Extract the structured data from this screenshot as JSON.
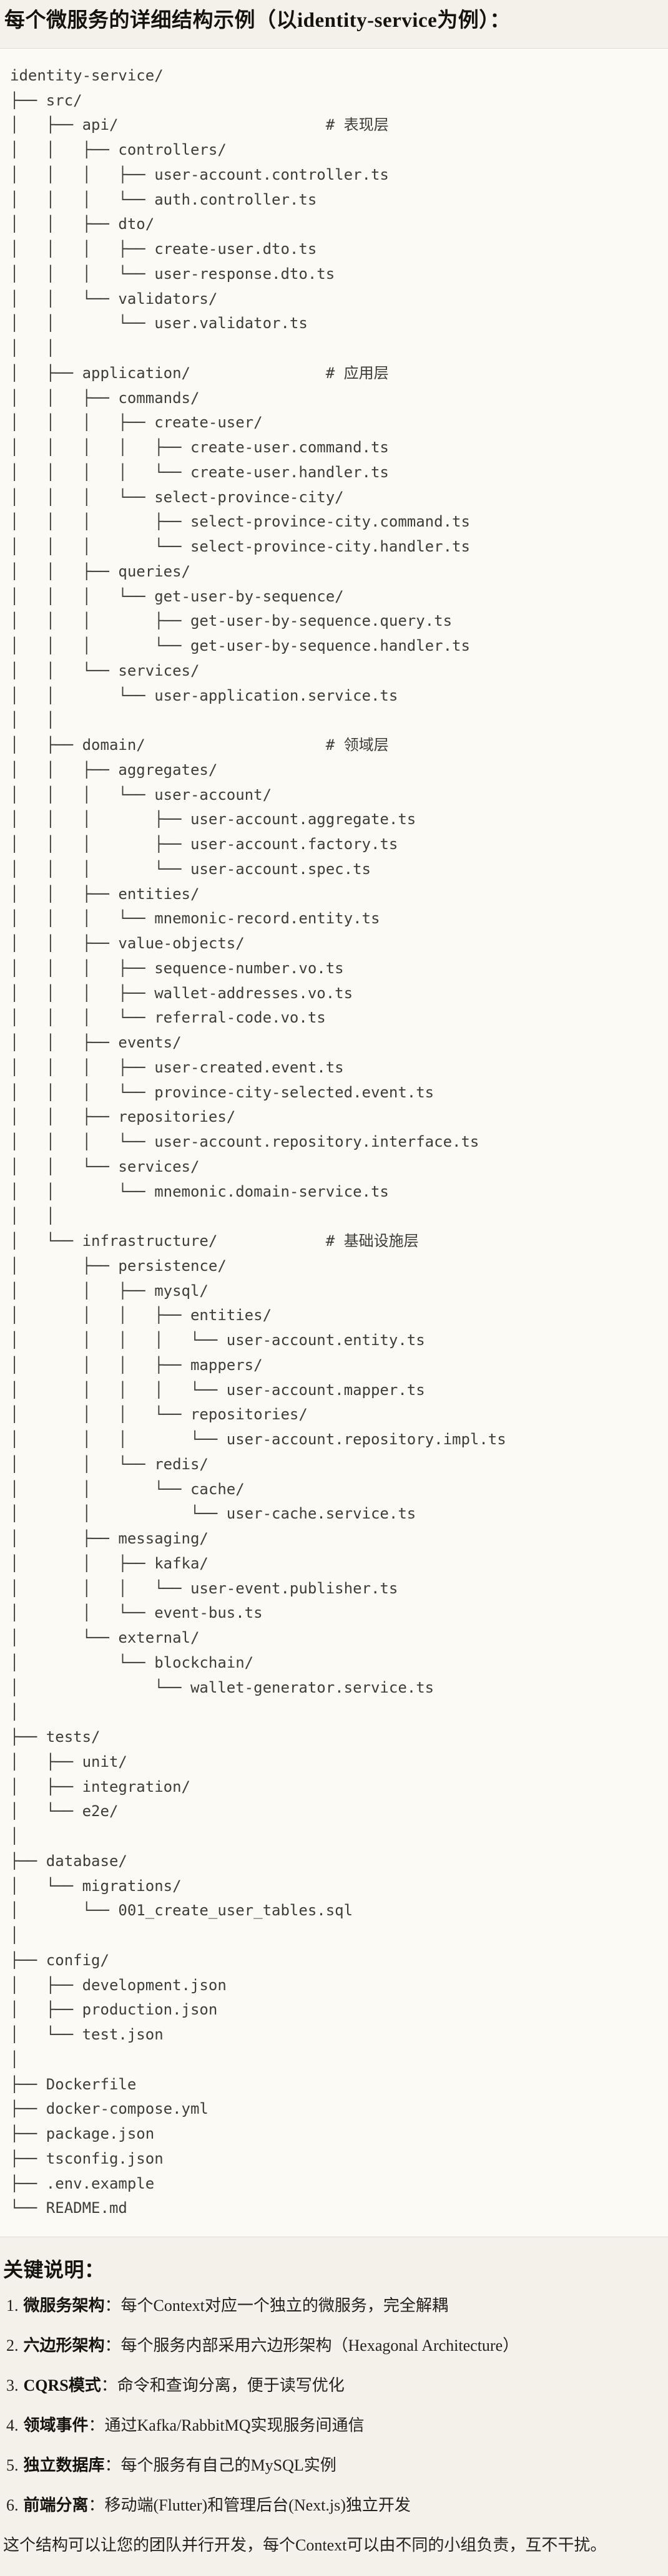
{
  "page": {
    "title": "每个微服务的详细结构示例（以identity-service为例）："
  },
  "code_block": {
    "tree_lines": [
      "identity-service/",
      "├── src/",
      "│   ├── api/                       # 表现层",
      "│   │   ├── controllers/",
      "│   │   │   ├── user-account.controller.ts",
      "│   │   │   └── auth.controller.ts",
      "│   │   ├── dto/",
      "│   │   │   ├── create-user.dto.ts",
      "│   │   │   └── user-response.dto.ts",
      "│   │   └── validators/",
      "│   │       └── user.validator.ts",
      "│   │",
      "│   ├── application/               # 应用层",
      "│   │   ├── commands/",
      "│   │   │   ├── create-user/",
      "│   │   │   │   ├── create-user.command.ts",
      "│   │   │   │   └── create-user.handler.ts",
      "│   │   │   └── select-province-city/",
      "│   │   │       ├── select-province-city.command.ts",
      "│   │   │       └── select-province-city.handler.ts",
      "│   │   ├── queries/",
      "│   │   │   └── get-user-by-sequence/",
      "│   │   │       ├── get-user-by-sequence.query.ts",
      "│   │   │       └── get-user-by-sequence.handler.ts",
      "│   │   └── services/",
      "│   │       └── user-application.service.ts",
      "│   │",
      "│   ├── domain/                    # 领域层",
      "│   │   ├── aggregates/",
      "│   │   │   └── user-account/",
      "│   │   │       ├── user-account.aggregate.ts",
      "│   │   │       ├── user-account.factory.ts",
      "│   │   │       └── user-account.spec.ts",
      "│   │   ├── entities/",
      "│   │   │   └── mnemonic-record.entity.ts",
      "│   │   ├── value-objects/",
      "│   │   │   ├── sequence-number.vo.ts",
      "│   │   │   ├── wallet-addresses.vo.ts",
      "│   │   │   └── referral-code.vo.ts",
      "│   │   ├── events/",
      "│   │   │   ├── user-created.event.ts",
      "│   │   │   └── province-city-selected.event.ts",
      "│   │   ├── repositories/",
      "│   │   │   └── user-account.repository.interface.ts",
      "│   │   └── services/",
      "│   │       └── mnemonic.domain-service.ts",
      "│   │",
      "│   └── infrastructure/            # 基础设施层",
      "│       ├── persistence/",
      "│       │   ├── mysql/",
      "│       │   │   ├── entities/",
      "│       │   │   │   └── user-account.entity.ts",
      "│       │   │   ├── mappers/",
      "│       │   │   │   └── user-account.mapper.ts",
      "│       │   │   └── repositories/",
      "│       │   │       └── user-account.repository.impl.ts",
      "│       │   └── redis/",
      "│       │       └── cache/",
      "│       │           └── user-cache.service.ts",
      "│       ├── messaging/",
      "│       │   ├── kafka/",
      "│       │   │   └── user-event.publisher.ts",
      "│       │   └── event-bus.ts",
      "│       └── external/",
      "│           └── blockchain/",
      "│               └── wallet-generator.service.ts",
      "│",
      "├── tests/",
      "│   ├── unit/",
      "│   ├── integration/",
      "│   └── e2e/",
      "│",
      "├── database/",
      "│   └── migrations/",
      "│       └── 001_create_user_tables.sql",
      "│",
      "├── config/",
      "│   ├── development.json",
      "│   ├── production.json",
      "│   └── test.json",
      "│",
      "├── Dockerfile",
      "├── docker-compose.yml",
      "├── package.json",
      "├── tsconfig.json",
      "├── .env.example",
      "└── README.md"
    ]
  },
  "notes": {
    "heading": "关键说明：",
    "items": [
      {
        "num": "1.",
        "term": "微服务架构",
        "text": "：每个Context对应一个独立的微服务，完全解耦"
      },
      {
        "num": "2.",
        "term": "六边形架构",
        "text": "：每个服务内部采用六边形架构（Hexagonal Architecture）"
      },
      {
        "num": "3.",
        "term": "CQRS模式",
        "text": "：命令和查询分离，便于读写优化"
      },
      {
        "num": "4.",
        "term": "领域事件",
        "text": "：通过Kafka/RabbitMQ实现服务间通信"
      },
      {
        "num": "5.",
        "term": "独立数据库",
        "text": "：每个服务有自己的MySQL实例"
      },
      {
        "num": "6.",
        "term": "前端分离",
        "text": "：移动端(Flutter)和管理后台(Next.js)独立开发"
      }
    ],
    "footer": "这个结构可以让您的团队并行开发，每个Context可以由不同的小组负责，互不干扰。"
  },
  "colors": {
    "page_background": "#f3f1ea",
    "code_background": "#fbfaf5",
    "code_border": "#dedbd1",
    "tree_text": "#3e3d38",
    "heading_text": "#14130f",
    "body_text": "#23221d"
  }
}
